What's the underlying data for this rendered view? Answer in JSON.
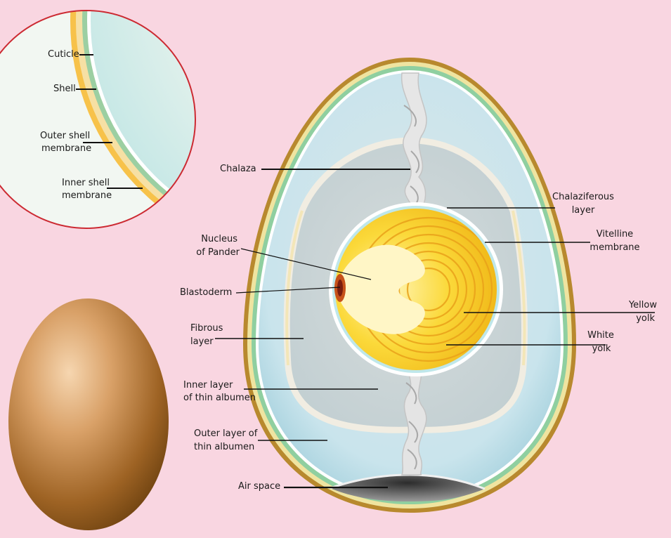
{
  "colors": {
    "background": "#f9d6e1",
    "shell": "#b8892e",
    "albumen": "#cbe6ec",
    "yolk": "#f7c824",
    "air_space": "#5c5c5c",
    "brown_egg": "#a86a26",
    "inset_border": "#cc2a32"
  },
  "labels": {
    "cuticle": "Cuticle",
    "shell": "Shell",
    "outer_shell_membrane_1": "Outer shell",
    "outer_shell_membrane_2": "membrane",
    "inner_shell_membrane_1": "Inner shell",
    "inner_shell_membrane_2": "membrane",
    "chalaza": "Chalaza",
    "nucleus_of_pander_1": "Nucleus",
    "nucleus_of_pander_2": "of Pander",
    "blastoderm": "Blastoderm",
    "fibrous_layer_1": "Fibrous",
    "fibrous_layer_2": "layer",
    "inner_layer_thin_albumen_1": "Inner layer",
    "inner_layer_thin_albumen_2": "of thin albumen",
    "outer_layer_thin_albumen_1": "Outer layer of",
    "outer_layer_thin_albumen_2": "thin albumen",
    "air_space": "Air space",
    "chalaziferous_layer_1": "Chalaziferous",
    "chalaziferous_layer_2": "layer",
    "vitelline_membrane_1": "Vitelline",
    "vitelline_membrane_2": "membrane",
    "yellow_yolk_1": "Yellow",
    "yellow_yolk_2": "yolk",
    "white_yolk_1": "White",
    "white_yolk_2": "yolk"
  }
}
